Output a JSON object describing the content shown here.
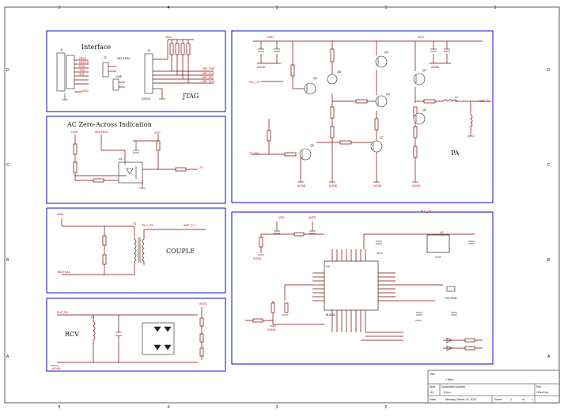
{
  "sheet": {
    "zone_numbers": [
      "5",
      "4",
      "3",
      "2",
      "1"
    ],
    "zone_letters": [
      "D",
      "C",
      "B",
      "A"
    ]
  },
  "blocks": {
    "interface": "Interface",
    "jtag": "JTAG",
    "ac_zero": "AC Zero-Across Indication",
    "couple": "COUPLE",
    "rcv": "RCV",
    "pa": "PA"
  },
  "connectors": {
    "j1": "J1",
    "j2": "J2",
    "j3": "J3",
    "j4": "J4",
    "conn10": "CON10",
    "j1_pins": [
      "GPIO",
      "RESTN",
      "RXD",
      "TXD",
      "3V3"
    ],
    "jtag_nets": [
      "ISP_TMS",
      "ISP_TCK",
      "ISP_TDI",
      "ISP_TDO"
    ]
  },
  "nets": {
    "vdd": "VDD",
    "agnd": "AGND",
    "dgnd": "DGND",
    "neutral": "NEUTRAL",
    "line": "LINE",
    "plc_tx": "PLC_TX",
    "plc_rx": "PLC_RX",
    "zx": "ZX",
    "amp_tx": "AMP_TX",
    "avdd": "AVDD",
    "tx_en": "TX_EN"
  },
  "parts": {
    "transistors": [
      "Q1",
      "Q2",
      "Q3",
      "Q4",
      "Q5",
      "Q6",
      "Q7",
      "Q8"
    ],
    "t1": "T1",
    "l1": "L1",
    "l2": "L2",
    "u1": "U1",
    "u2": "U2",
    "u3": "U3",
    "u3_name": "BL6810",
    "crystal": "CRYSTAL"
  },
  "title_block": {
    "title_label": "Title",
    "title_value": "<Title>",
    "size_label": "Size",
    "size_value": "A3",
    "docnum_label": "Document Number",
    "docnum_value": "<Doc>",
    "rev_label": "Rev",
    "rev_value": "<RevCod",
    "date_label": "Date:",
    "date_value": "Monday, March 12, 2012",
    "sheet_label": "Sheet",
    "sheet_value": "1",
    "of_label": "of",
    "of_value": "1"
  }
}
